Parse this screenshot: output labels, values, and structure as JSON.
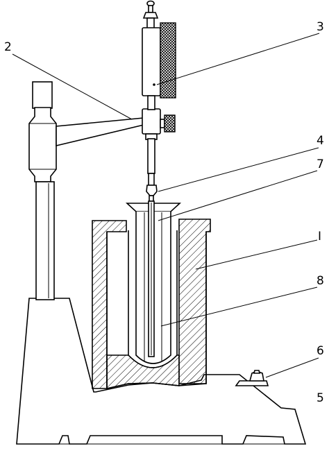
{
  "diagram": {
    "callouts": [
      "2",
      "3",
      "4",
      "7",
      "I",
      "8",
      "6",
      "5"
    ],
    "colors": {
      "stroke": "#000000",
      "background": "#ffffff"
    }
  }
}
